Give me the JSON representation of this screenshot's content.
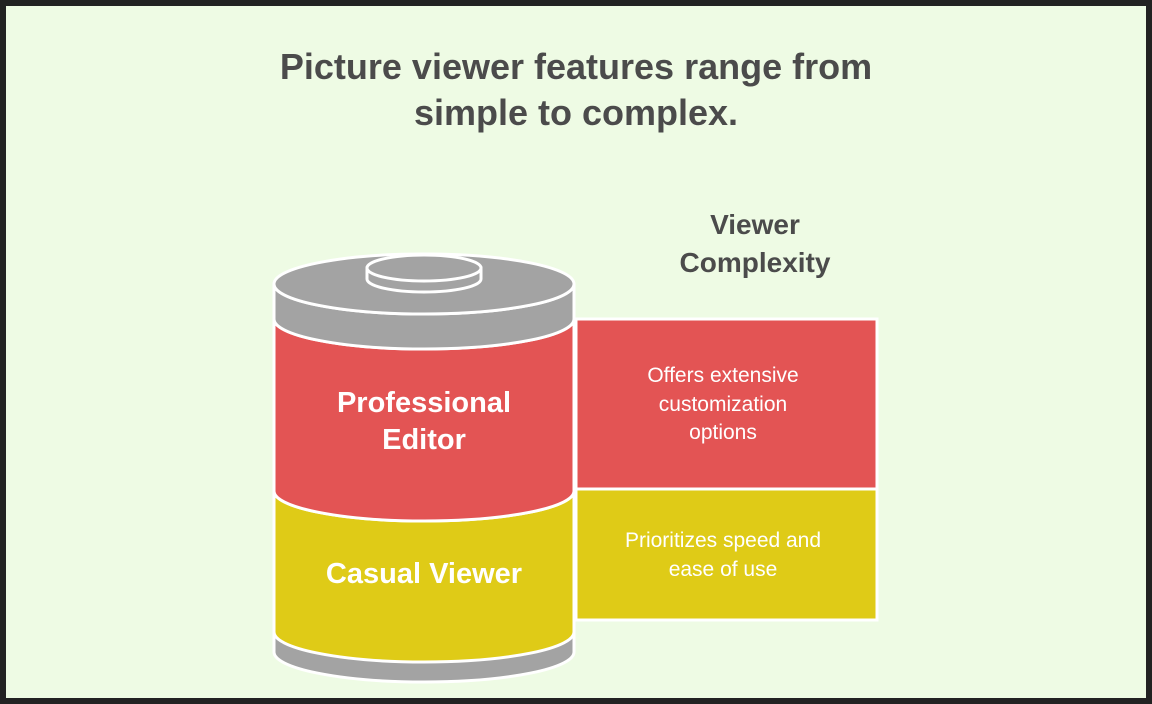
{
  "title": {
    "line1": "Picture viewer features range from",
    "line2": "simple to complex."
  },
  "axis_label": {
    "line1": "Viewer",
    "line2": "Complexity"
  },
  "levels": [
    {
      "name_line1": "Professional",
      "name_line2": "Editor",
      "description_line1": "Offers extensive",
      "description_line2": "customization",
      "description_line3": "options",
      "color": "#e35454"
    },
    {
      "name": "Casual Viewer",
      "description_line1": "Prioritizes speed and",
      "description_line2": "ease of use",
      "color": "#dfcb17"
    }
  ],
  "colors": {
    "background": "#eefbe4",
    "frame": "#222222",
    "cap": "#a3a3a3",
    "outline": "#ffffff",
    "text_dark": "#4b4b4b"
  }
}
